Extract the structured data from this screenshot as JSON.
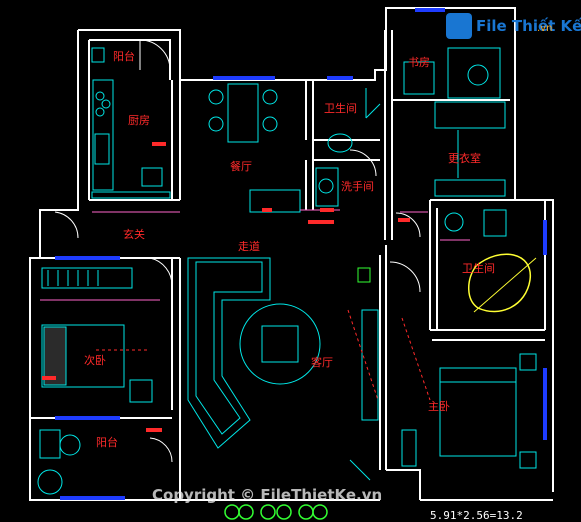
{
  "rooms": {
    "balcony_top": "阳台",
    "kitchen": "厨房",
    "dining": "餐厅",
    "bathroom_small": "卫生间",
    "washroom": "洗手间",
    "study": "书房",
    "cloakroom": "更衣室",
    "entrance": "玄关",
    "corridor": "走道",
    "bathroom_right": "卫生间",
    "second_bedroom": "次卧",
    "living_room": "客厅",
    "master_bedroom": "主卧",
    "balcony_bottom": "阳台"
  },
  "watermark": {
    "logo_text": "File Thiết Kế",
    "logo_suffix": ".vn",
    "copyright": "Copyright © FileThietKe.vn"
  },
  "dimension_note": "5.91*2.56=13.2",
  "colors": {
    "wall": "#ffffff",
    "furniture": "#00e6e6",
    "label": "#ff2a2a",
    "pink": "#ff66cc",
    "window": "#1e3cff",
    "brand_blue": "#1976d2",
    "brand_orange": "#f5a623"
  }
}
